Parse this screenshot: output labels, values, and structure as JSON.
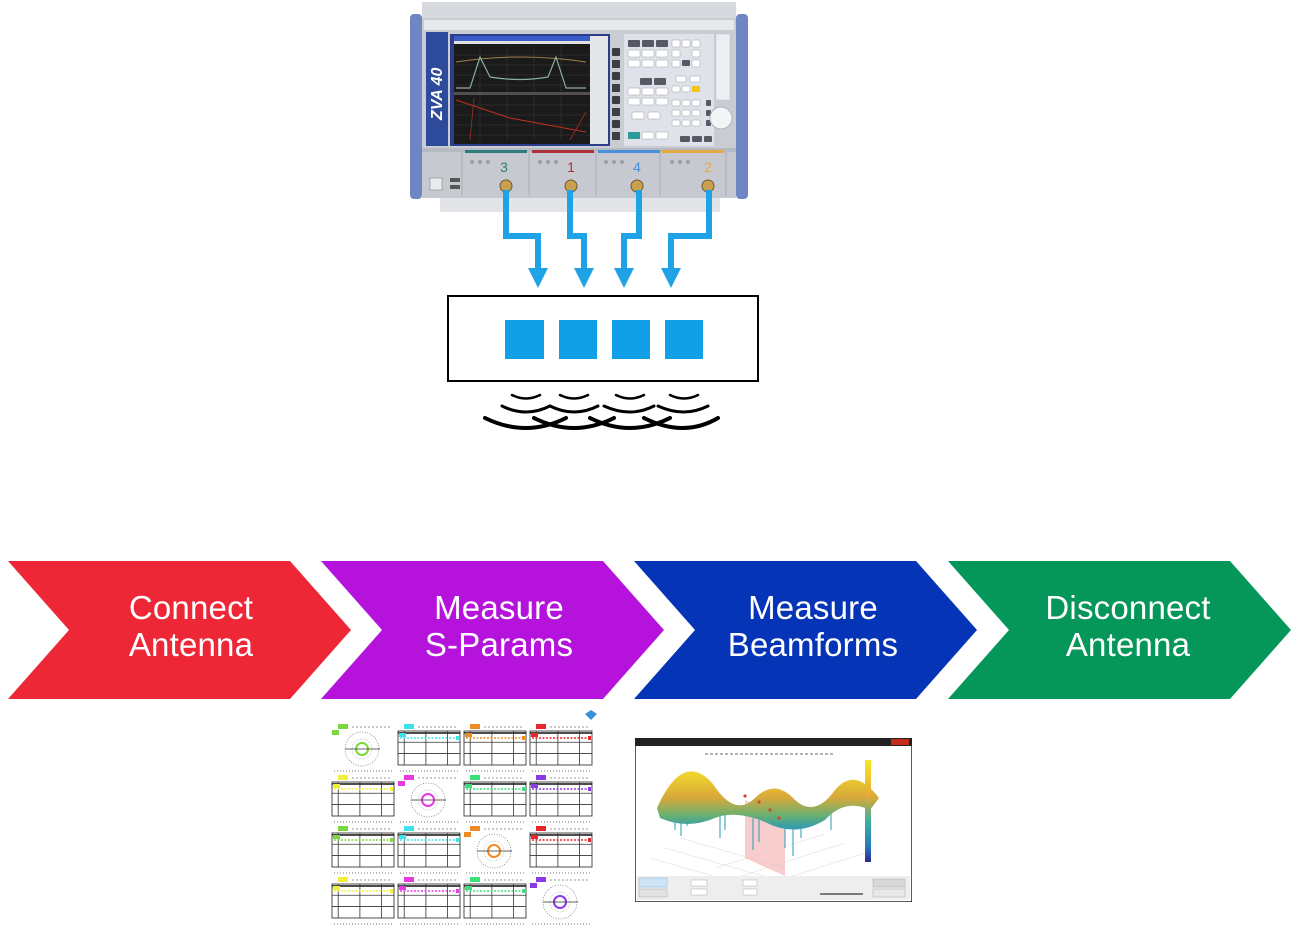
{
  "instrument": {
    "model_logo": "ZVA 40",
    "ports": [
      {
        "number": "3",
        "color": "#2e7d7a"
      },
      {
        "number": "1",
        "color": "#b0303a"
      },
      {
        "number": "4",
        "color": "#4a90d9"
      },
      {
        "number": "2",
        "color": "#e8a840"
      }
    ]
  },
  "antenna": {
    "element_count": 4,
    "element_color": "#0fa0e8",
    "cable_color": "#1fa3e6"
  },
  "process": {
    "steps": [
      {
        "line1": "Connect",
        "line2": "Antenna",
        "color": "#ee2737"
      },
      {
        "line1": "Measure",
        "line2": "S-Params",
        "color": "#b513db"
      },
      {
        "line1": "Measure",
        "line2": "Beamforms",
        "color": "#0535b6"
      },
      {
        "line1": "Disconnect",
        "line2": "Antenna",
        "color": "#05965a"
      }
    ]
  },
  "thumbnails": {
    "sparams": {
      "grid_colors": [
        [
          "#7bd83a",
          "#3de3e8",
          "#f08a24",
          "#e8262c"
        ],
        [
          "#f0f03a",
          "#e83ae0",
          "#3ae07a",
          "#8a3ae8"
        ],
        [
          "#7bd83a",
          "#3de3e8",
          "#f08a24",
          "#e8262c"
        ],
        [
          "#f0f03a",
          "#e83ae0",
          "#3ae07a",
          "#8a3ae8"
        ]
      ],
      "smith_cells": [
        [
          0,
          0
        ],
        [
          1,
          1
        ],
        [
          2,
          2
        ],
        [
          3,
          3
        ]
      ]
    },
    "beamform": {
      "colorbar_top": "#f8e820",
      "colorbar_bottom": "#2c2a8c"
    }
  }
}
